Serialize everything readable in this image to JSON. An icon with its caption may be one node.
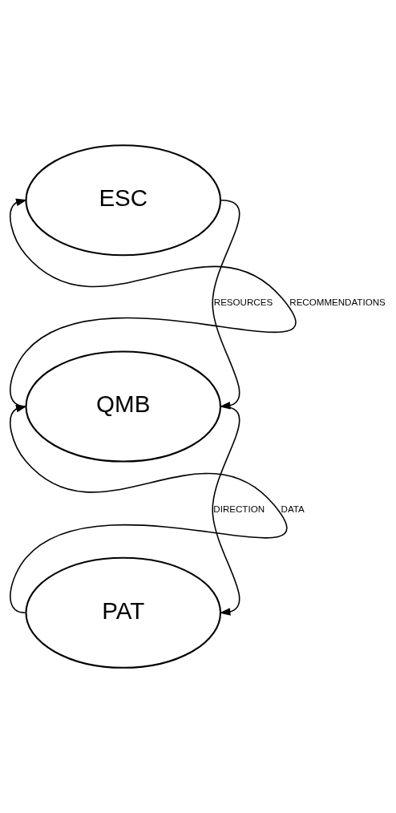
{
  "diagram": {
    "nodes": [
      {
        "text": [
          "ESC"
        ]
      },
      {
        "text": [
          "QMB"
        ]
      },
      {
        "text": [
          "PAT"
        ]
      }
    ],
    "edges": [
      {
        "from": 1,
        "to": 0,
        "arrow": "to",
        "label": "RECOMMENDATIONS"
      },
      {
        "from": 0,
        "to": 1,
        "arrow": "to",
        "label": "RESOURCES"
      },
      {
        "from": 2,
        "to": 1,
        "arrow": "to",
        "label": "DATA"
      },
      {
        "from": 1,
        "to": 2,
        "arrow": "to",
        "label": "DIRECTION"
      }
    ]
  }
}
